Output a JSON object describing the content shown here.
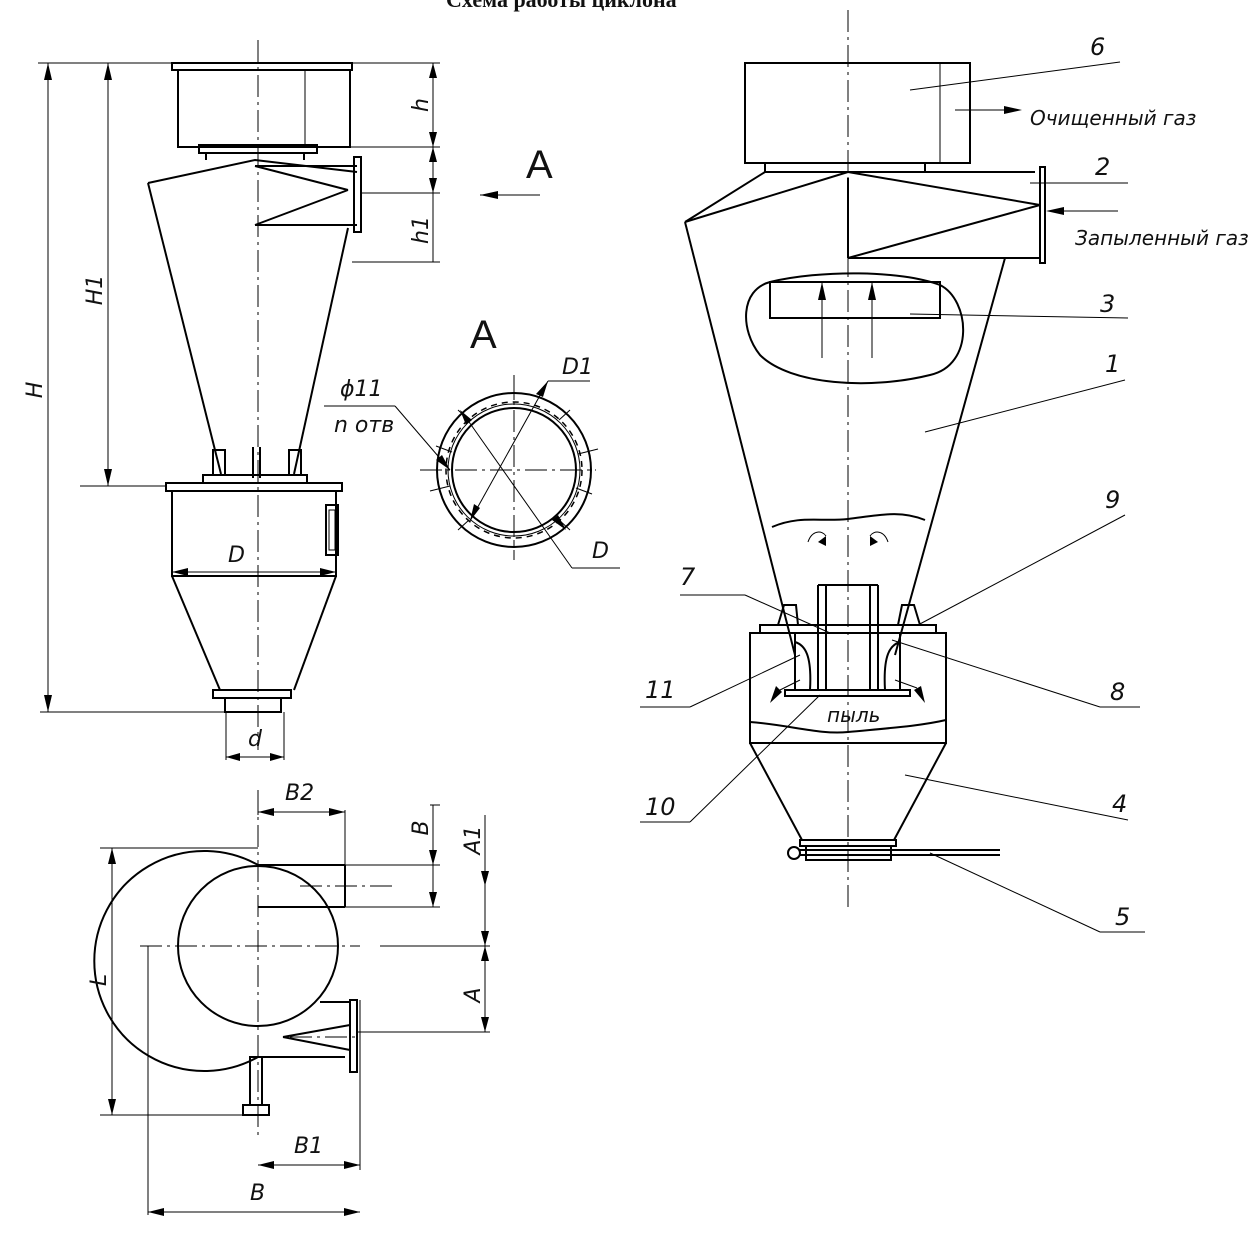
{
  "title": "Схема работы циклона",
  "dimensions": {
    "H": "H",
    "H1": "H1",
    "h": "h",
    "h1": "h1",
    "D": "D",
    "d": "d",
    "D1": "D1",
    "B": "B",
    "B1": "B1",
    "B2": "B2",
    "A": "A",
    "A1": "A1",
    "L": "L"
  },
  "holes": {
    "diameter": "ϕ11",
    "count": "n отв"
  },
  "view_label": "A",
  "section_label": "A",
  "flow": {
    "clean_gas": "Очищенный газ",
    "dusty_gas": "Запыленный газ",
    "dust": "пыль"
  },
  "part_numbers": [
    "1",
    "2",
    "3",
    "4",
    "5",
    "6",
    "7",
    "8",
    "9",
    "10",
    "11"
  ]
}
